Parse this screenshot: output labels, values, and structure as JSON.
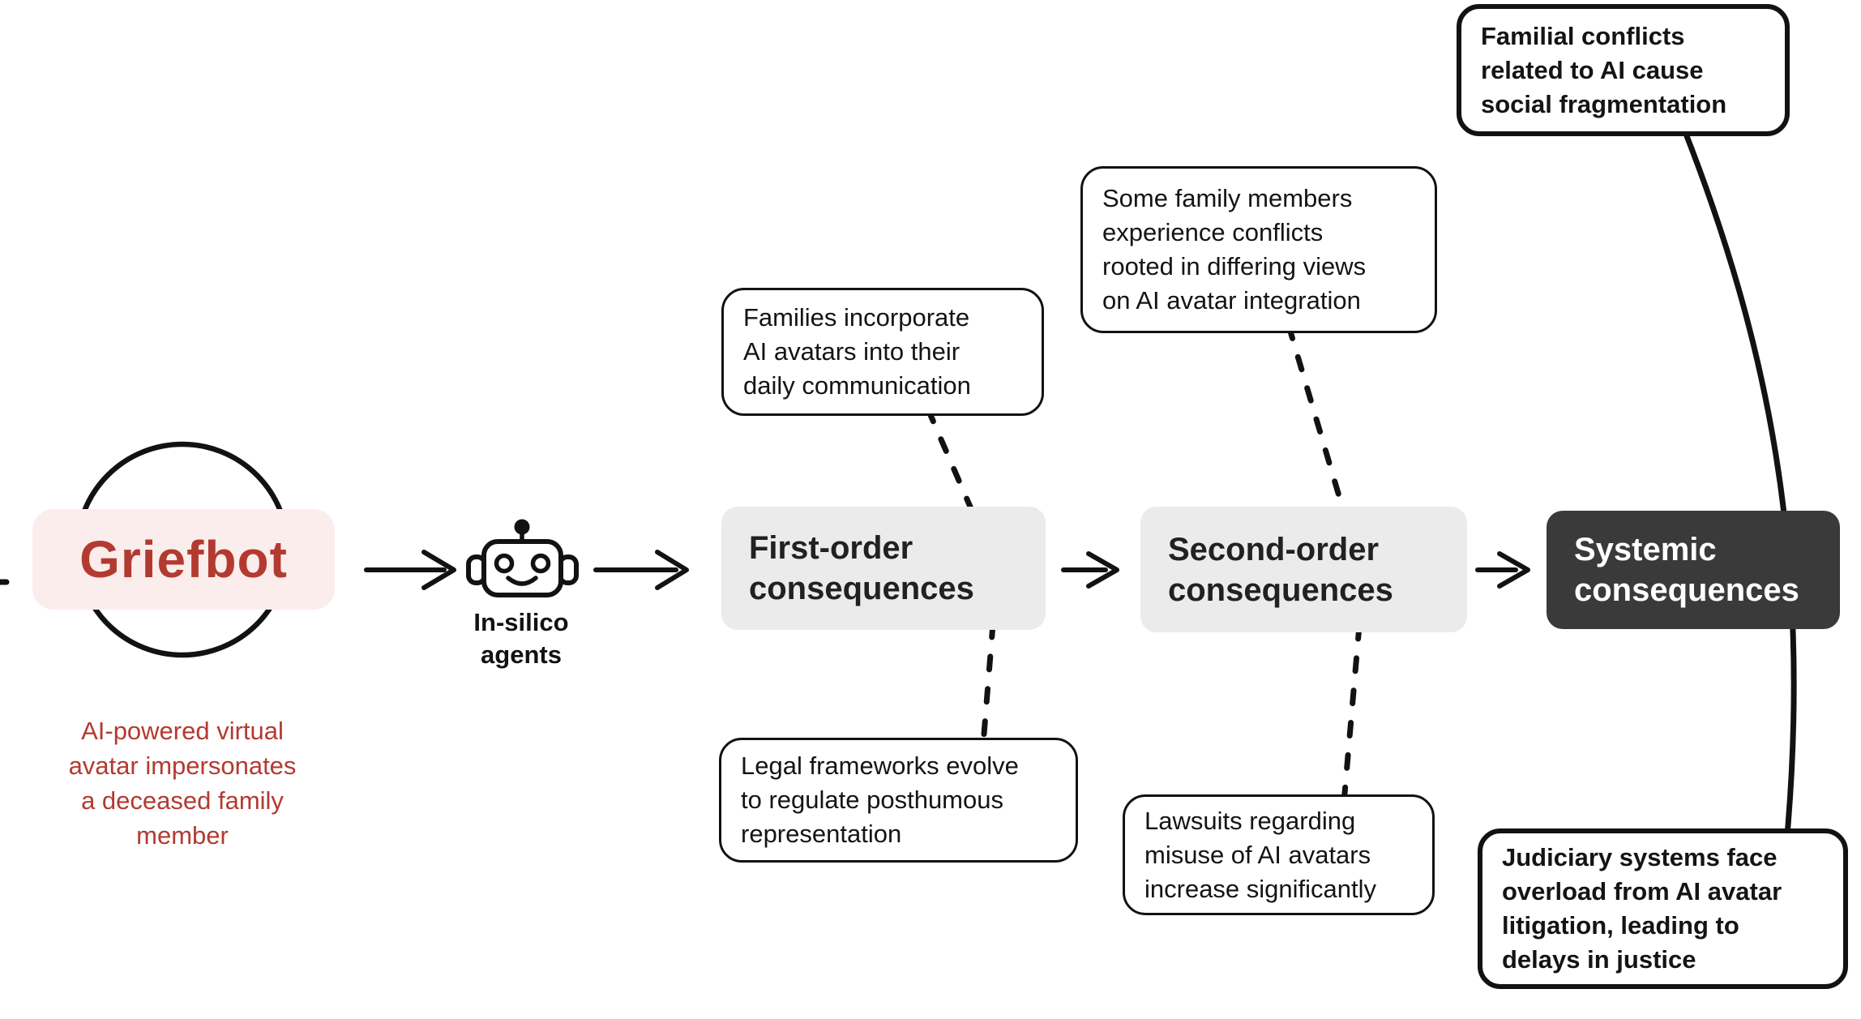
{
  "source_node": {
    "label": "Griefbot",
    "description_lines": [
      "AI-powered virtual",
      "avatar impersonates",
      "a deceased family",
      "member"
    ]
  },
  "agent_node": {
    "label_lines": [
      "In-silico",
      "agents"
    ]
  },
  "stage_nodes": {
    "first_order": {
      "label_lines": [
        "First-order",
        "consequences"
      ]
    },
    "second_order": {
      "label_lines": [
        "Second-order",
        "consequences"
      ]
    },
    "systemic": {
      "label_lines": [
        "Systemic",
        "consequences"
      ]
    }
  },
  "callouts": {
    "first_order_top": {
      "lines": [
        "Families incorporate",
        "AI avatars into their",
        "daily communication"
      ]
    },
    "first_order_bottom": {
      "lines": [
        "Legal frameworks evolve",
        "to regulate posthumous",
        "representation"
      ]
    },
    "second_order_top": {
      "lines": [
        "Some family members",
        "experience conflicts",
        "rooted in differing views",
        "on AI avatar integration"
      ]
    },
    "second_order_bottom": {
      "lines": [
        "Lawsuits regarding",
        "misuse of AI avatars",
        "increase significantly"
      ]
    },
    "systemic_top": {
      "lines": [
        "Familial conflicts",
        "related to AI cause",
        "social fragmentation"
      ]
    },
    "systemic_bottom": {
      "lines": [
        "Judiciary systems face",
        "overload from AI avatar",
        "litigation, leading to",
        "delays in justice"
      ]
    }
  },
  "colors": {
    "accent_red": "#b33a31",
    "accent_pink_bg": "#faedeb",
    "stage_light_bg": "#ebebeb",
    "stage_dark_bg": "#3a3a3a",
    "stage_dark_text": "#ffffff",
    "line_black": "#121212"
  }
}
